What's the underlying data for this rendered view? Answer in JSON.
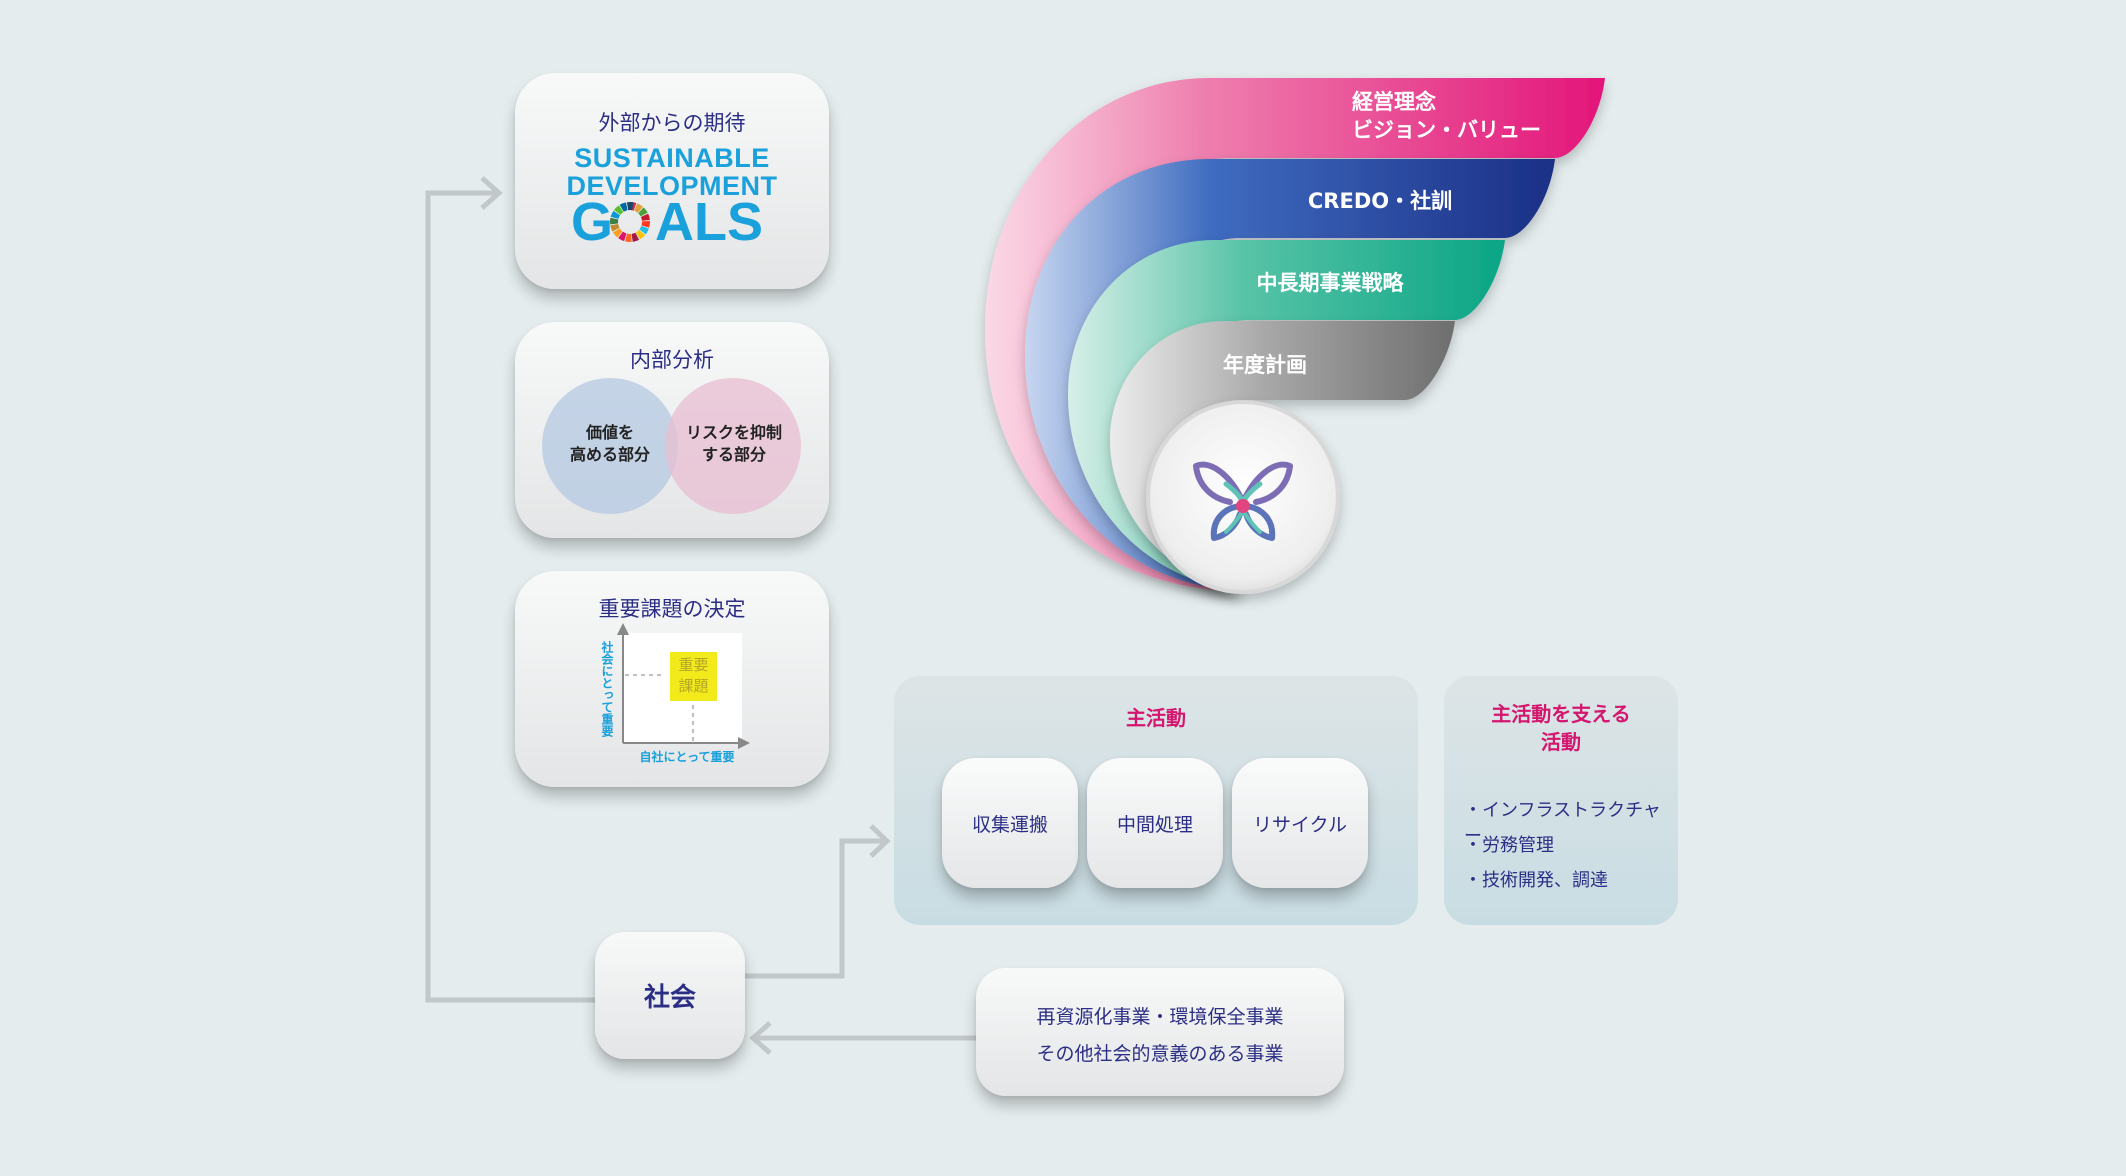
{
  "expectations": {
    "title": "外部からの期待",
    "sdg_line1": "SUSTAINABLE",
    "sdg_line2": "DEVELOPMENT",
    "sdg_goals_g": "G",
    "sdg_goals_rest": "ALS"
  },
  "analysis": {
    "title": "内部分析",
    "left_line1": "価値を",
    "left_line2": "高める部分",
    "right_line1": "リスクを抑制",
    "right_line2": "する部分"
  },
  "materiality": {
    "title": "重要課題の決定",
    "y_label": "社会にとって重要",
    "x_label": "自社にとって重要",
    "box_line1": "重要",
    "box_line2": "課題"
  },
  "society": {
    "label": "社会"
  },
  "business": {
    "line1": "再資源化事業・環境保全事業",
    "line2": "その他社会的意義のある事業"
  },
  "main_activities": {
    "title": "主活動",
    "items": [
      "収集運搬",
      "中間処理",
      "リサイクル"
    ]
  },
  "support_activities": {
    "title_line1": "主活動を支える",
    "title_line2": "活動",
    "items": [
      "・インフラストラクチャー",
      "・労務管理",
      "・技術開発、調達"
    ]
  },
  "bands": {
    "band1_line1": "経営理念",
    "band1_line2": "ビジョン・バリュー",
    "band2": "CREDO・社訓",
    "band3": "中長期事業戦略",
    "band4": "年度計画"
  },
  "colors": {
    "band1": "#e3157a",
    "band2": "#1b3a8c",
    "band3": "#0aa88a",
    "band4": "#6e6e6e",
    "text_navy": "#2c2e85",
    "accent_pink": "#d4166f",
    "sdg_blue": "#1aa0db"
  }
}
